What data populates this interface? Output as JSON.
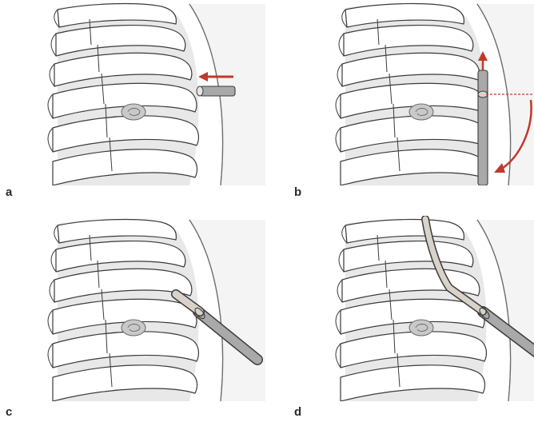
{
  "figure": {
    "panels": [
      {
        "label": "a",
        "step": "probe-approach",
        "arrow": "horizontal-left"
      },
      {
        "label": "b",
        "step": "probe-rotation",
        "arrow": "curved-rotation"
      },
      {
        "label": "c",
        "step": "probe-oblique-position"
      },
      {
        "label": "d",
        "step": "probe-advanced-through-interspace"
      }
    ],
    "colors": {
      "background": "#ffffff",
      "outline": "#3a3a3a",
      "rib_fill": "#ffffff",
      "intercostal_fill": "#e6e6e6",
      "lung_fill": "#e9e9e9",
      "probe_fill": "#a9a9a9",
      "probe_tip_fill": "#d9d2c8",
      "arrow": "#c0392b"
    },
    "icons": [
      "left-arrow-icon",
      "rotation-arrow-icon",
      "probe-icon",
      "lesion-icon"
    ]
  }
}
